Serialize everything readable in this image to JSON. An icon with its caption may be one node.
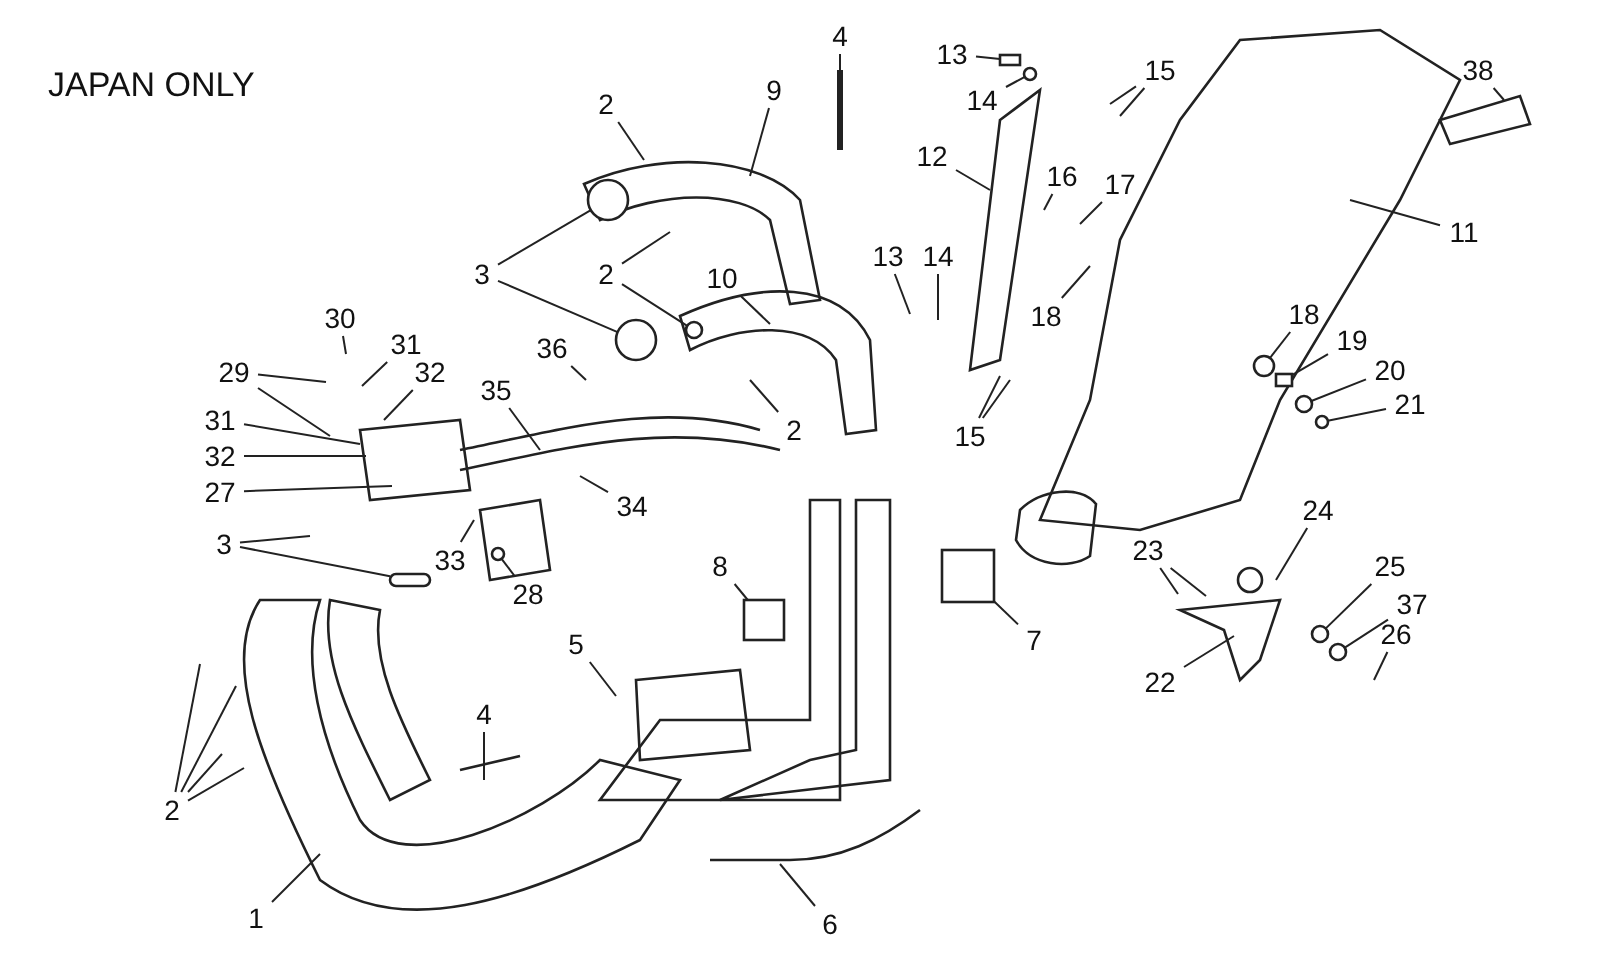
{
  "diagram": {
    "nodes": [
      {
        "text": [
          "2"
        ]
      },
      {
        "text": [
          "9"
        ]
      },
      {
        "text": [
          "4"
        ]
      },
      {
        "text": [
          "3"
        ]
      },
      {
        "text": [
          "2"
        ]
      },
      {
        "text": [
          "10"
        ]
      },
      {
        "text": [
          "2"
        ]
      },
      {
        "text": [
          "13"
        ]
      },
      {
        "text": [
          "14"
        ]
      },
      {
        "text": [
          "15"
        ]
      },
      {
        "text": [
          "12"
        ]
      },
      {
        "text": [
          "16"
        ]
      },
      {
        "text": [
          "17"
        ]
      },
      {
        "text": [
          "11"
        ]
      },
      {
        "text": [
          "38"
        ]
      },
      {
        "text": [
          "13"
        ]
      },
      {
        "text": [
          "14"
        ]
      },
      {
        "text": [
          "18"
        ]
      },
      {
        "text": [
          "15"
        ]
      },
      {
        "text": [
          "18"
        ]
      },
      {
        "text": [
          "19"
        ]
      },
      {
        "text": [
          "20"
        ]
      },
      {
        "text": [
          "21"
        ]
      },
      {
        "text": [
          "30"
        ]
      },
      {
        "text": [
          "31"
        ]
      },
      {
        "text": [
          "32"
        ]
      },
      {
        "text": [
          "29"
        ]
      },
      {
        "text": [
          "31"
        ]
      },
      {
        "text": [
          "32"
        ]
      },
      {
        "text": [
          "27"
        ]
      },
      {
        "text": [
          "36"
        ]
      },
      {
        "text": [
          "35"
        ]
      },
      {
        "text": [
          "34"
        ]
      },
      {
        "text": [
          "33"
        ]
      },
      {
        "text": [
          "28"
        ]
      },
      {
        "text": [
          "3"
        ]
      },
      {
        "text": [
          "8"
        ]
      },
      {
        "text": [
          "5"
        ]
      },
      {
        "text": [
          "7"
        ]
      },
      {
        "text": [
          "24"
        ]
      },
      {
        "text": [
          "23"
        ]
      },
      {
        "text": [
          "22"
        ]
      },
      {
        "text": [
          "25"
        ]
      },
      {
        "text": [
          "37"
        ]
      },
      {
        "text": [
          "26"
        ]
      },
      {
        "text": [
          "4"
        ]
      },
      {
        "text": [
          "2"
        ]
      },
      {
        "text": [
          "1"
        ]
      },
      {
        "text": [
          "6"
        ]
      },
      {
        "text": [],
        "shape": "circle"
      },
      {
        "text": [],
        "shape": "circle"
      },
      {
        "text": [],
        "shape": "circle"
      },
      {
        "text": [],
        "shape": "box"
      },
      {
        "text": [],
        "shape": "circle"
      },
      {
        "text": [],
        "shape": "circle"
      },
      {
        "text": [],
        "shape": "circle"
      },
      {
        "text": [],
        "shape": "bar"
      },
      {
        "text": [],
        "shape": "box"
      },
      {
        "text": [],
        "shape": "box"
      },
      {
        "text": [],
        "shape": "circle"
      },
      {
        "text": [],
        "shape": "circle"
      },
      {
        "text": [],
        "shape": "circle"
      },
      {
        "text": [],
        "shape": "box"
      },
      {
        "text": [],
        "shape": "circle"
      }
    ],
    "edges": [
      {
        "from": 0,
        "to": null,
        "arrow": "none"
      },
      {
        "from": 1,
        "to": null,
        "arrow": "none"
      },
      {
        "from": 2,
        "to": null,
        "arrow": "none"
      },
      {
        "from": 3,
        "to": 49,
        "arrow": "none"
      },
      {
        "from": 3,
        "to": 50,
        "arrow": "none"
      },
      {
        "from": 4,
        "to": null,
        "arrow": "none"
      },
      {
        "from": 4,
        "to": 51,
        "arrow": "none"
      },
      {
        "from": 5,
        "to": null,
        "arrow": "none"
      },
      {
        "from": 6,
        "to": null,
        "arrow": "none"
      },
      {
        "from": 7,
        "to": 52,
        "arrow": "none"
      },
      {
        "from": 8,
        "to": 61,
        "arrow": "none"
      },
      {
        "from": 9,
        "to": null,
        "arrow": "none"
      },
      {
        "from": 9,
        "to": null,
        "arrow": "none"
      },
      {
        "from": 10,
        "to": null,
        "arrow": "none"
      },
      {
        "from": 11,
        "to": null,
        "arrow": "none"
      },
      {
        "from": 12,
        "to": null,
        "arrow": "none"
      },
      {
        "from": 13,
        "to": null,
        "arrow": "none"
      },
      {
        "from": 14,
        "to": null,
        "arrow": "none"
      },
      {
        "from": 15,
        "to": null,
        "arrow": "none"
      },
      {
        "from": 16,
        "to": null,
        "arrow": "none"
      },
      {
        "from": 17,
        "to": null,
        "arrow": "none"
      },
      {
        "from": 18,
        "to": null,
        "arrow": "none"
      },
      {
        "from": 18,
        "to": null,
        "arrow": "none"
      },
      {
        "from": 19,
        "to": 53,
        "arrow": "none"
      },
      {
        "from": 20,
        "to": 62,
        "arrow": "none"
      },
      {
        "from": 21,
        "to": 54,
        "arrow": "none"
      },
      {
        "from": 22,
        "to": 63,
        "arrow": "none"
      },
      {
        "from": 23,
        "to": null,
        "arrow": "none"
      },
      {
        "from": 24,
        "to": null,
        "arrow": "none"
      },
      {
        "from": 25,
        "to": null,
        "arrow": "none"
      },
      {
        "from": 26,
        "to": null,
        "arrow": "none"
      },
      {
        "from": 26,
        "to": null,
        "arrow": "none"
      },
      {
        "from": 27,
        "to": null,
        "arrow": "none"
      },
      {
        "from": 28,
        "to": null,
        "arrow": "none"
      },
      {
        "from": 29,
        "to": null,
        "arrow": "none"
      },
      {
        "from": 30,
        "to": null,
        "arrow": "none"
      },
      {
        "from": 31,
        "to": null,
        "arrow": "none"
      },
      {
        "from": 32,
        "to": null,
        "arrow": "none"
      },
      {
        "from": 33,
        "to": null,
        "arrow": "none"
      },
      {
        "from": 34,
        "to": 55,
        "arrow": "none"
      },
      {
        "from": 35,
        "to": null,
        "arrow": "none"
      },
      {
        "from": 35,
        "to": 56,
        "arrow": "none"
      },
      {
        "from": 36,
        "to": 57,
        "arrow": "none"
      },
      {
        "from": 37,
        "to": null,
        "arrow": "none"
      },
      {
        "from": 38,
        "to": 58,
        "arrow": "none"
      },
      {
        "from": 39,
        "to": null,
        "arrow": "none"
      },
      {
        "from": 40,
        "to": null,
        "arrow": "none"
      },
      {
        "from": 40,
        "to": null,
        "arrow": "none"
      },
      {
        "from": 41,
        "to": null,
        "arrow": "none"
      },
      {
        "from": 42,
        "to": 59,
        "arrow": "none"
      },
      {
        "from": 43,
        "to": 60,
        "arrow": "none"
      },
      {
        "from": 44,
        "to": null,
        "arrow": "none"
      },
      {
        "from": 45,
        "to": null,
        "arrow": "none"
      },
      {
        "from": 46,
        "to": null,
        "arrow": "none"
      },
      {
        "from": 46,
        "to": null,
        "arrow": "none"
      },
      {
        "from": 46,
        "to": null,
        "arrow": "none"
      },
      {
        "from": 46,
        "to": null,
        "arrow": "none"
      },
      {
        "from": 47,
        "to": null,
        "arrow": "none"
      },
      {
        "from": 48,
        "to": null,
        "arrow": "none"
      }
    ],
    "labels": [
      "JAPAN ONLY"
    ]
  }
}
